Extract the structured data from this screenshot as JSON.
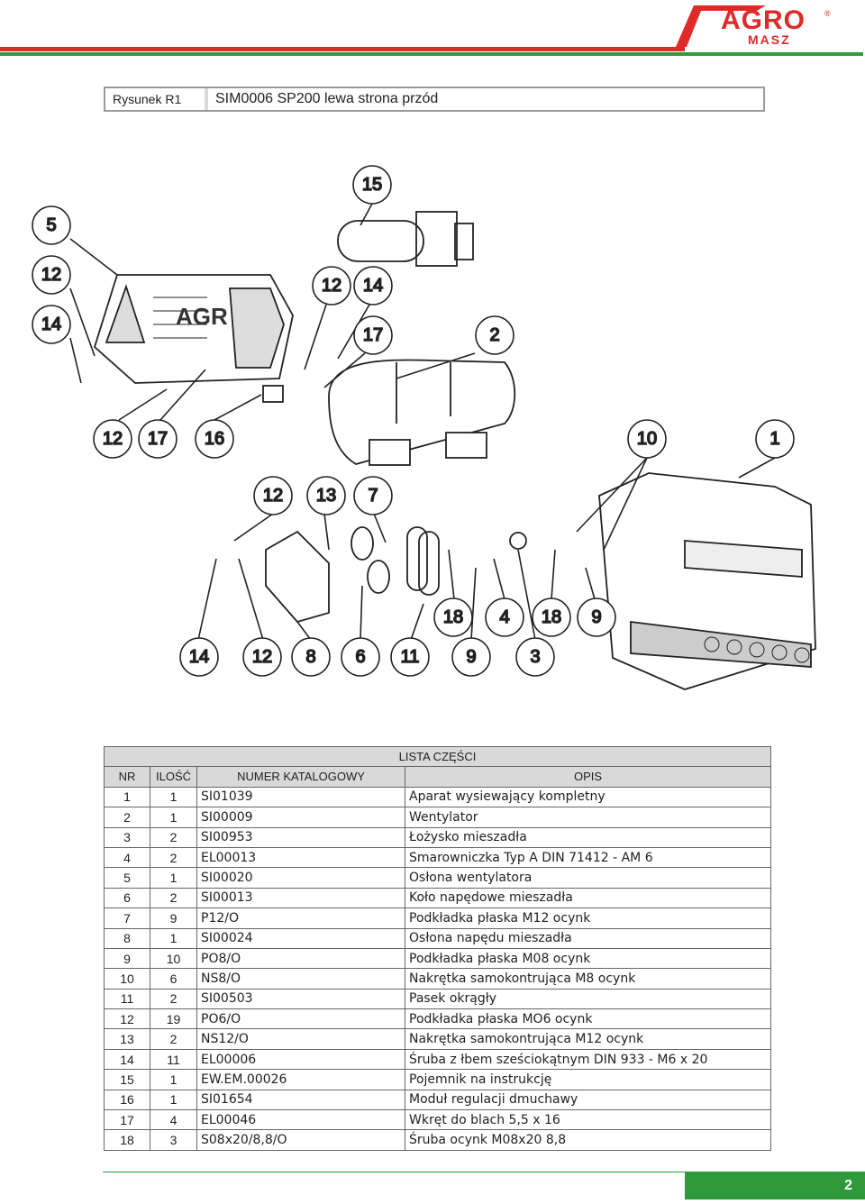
{
  "header": {
    "brand": "AGRO",
    "brand_sub": "MASZ",
    "reg_mark": "®",
    "accent_red": "#e02a2a",
    "accent_green": "#2f9a3c"
  },
  "title": {
    "figure": "Rysunek R1",
    "caption": "SIM0006 SP200 lewa strona przód"
  },
  "callouts": [
    "15",
    "5",
    "12",
    "14",
    "12",
    "14",
    "17",
    "2",
    "12",
    "17",
    "16",
    "10",
    "1",
    "12",
    "13",
    "7",
    "18",
    "4",
    "18",
    "9",
    "14",
    "12",
    "8",
    "6",
    "11",
    "9",
    "3"
  ],
  "drawing_text": {
    "housing_logo": "AGR"
  },
  "parts_list": {
    "title": "LISTA CZĘŚCI",
    "headers": [
      "NR",
      "ILOŚĆ",
      "NUMER KATALOGOWY",
      "OPIS"
    ],
    "rows": [
      [
        "1",
        "1",
        "SI01039",
        "Aparat wysiewający kompletny"
      ],
      [
        "2",
        "1",
        "SI00009",
        "Wentylator"
      ],
      [
        "3",
        "2",
        "SI00953",
        "Łożysko mieszadła"
      ],
      [
        "4",
        "2",
        "EL00013",
        "Smarowniczka Typ A DIN 71412 - AM 6"
      ],
      [
        "5",
        "1",
        "SI00020",
        "Osłona wentylatora"
      ],
      [
        "6",
        "2",
        "SI00013",
        "Koło napędowe mieszadła"
      ],
      [
        "7",
        "9",
        "P12/O",
        "Podkładka płaska M12 ocynk"
      ],
      [
        "8",
        "1",
        "SI00024",
        "Osłona napędu mieszadła"
      ],
      [
        "9",
        "10",
        "PO8/O",
        "Podkładka płaska M08 ocynk"
      ],
      [
        "10",
        "6",
        "NS8/O",
        "Nakrętka samokontrująca M8 ocynk"
      ],
      [
        "11",
        "2",
        "SI00503",
        "Pasek okrągły"
      ],
      [
        "12",
        "19",
        "PO6/O",
        "Podkładka płaska MO6 ocynk"
      ],
      [
        "13",
        "2",
        "NS12/O",
        "Nakrętka samokontrująca M12 ocynk"
      ],
      [
        "14",
        "11",
        "EL00006",
        "Śruba z łbem sześciokątnym DIN 933 - M6  x 20"
      ],
      [
        "15",
        "1",
        "EW.EM.00026",
        "Pojemnik na instrukcję"
      ],
      [
        "16",
        "1",
        "SI01654",
        "Moduł regulacji dmuchawy"
      ],
      [
        "17",
        "4",
        "EL00046",
        "Wkręt do blach 5,5 x 16"
      ],
      [
        "18",
        "3",
        "S08x20/8,8/O",
        "Śruba ocynk M08x20 8,8"
      ]
    ]
  },
  "footer": {
    "page_number": "2"
  }
}
